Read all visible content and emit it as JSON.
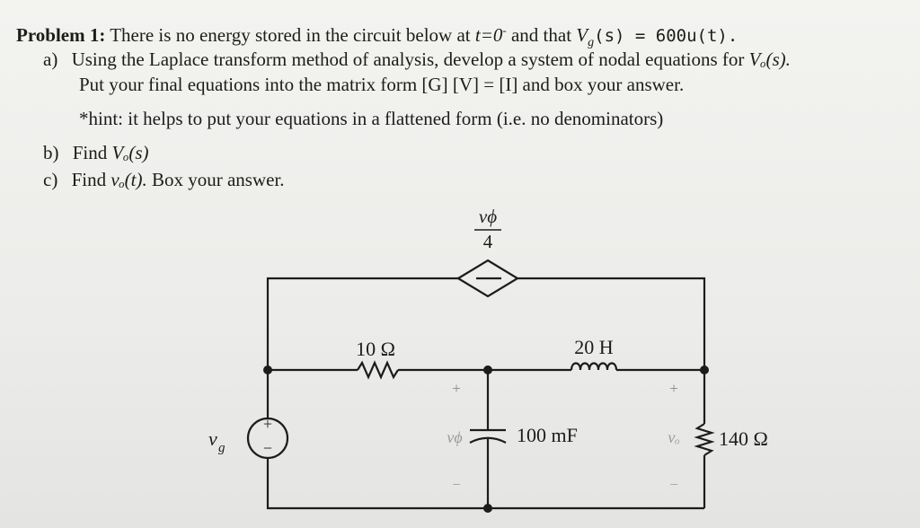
{
  "problem": {
    "label": "Problem 1:",
    "stmt_a": "There is no energy stored in the circuit below at ",
    "stmt_t": "t=0",
    "stmt_tsup": "-",
    "stmt_b": " and that ",
    "stmt_vg": "V",
    "stmt_vg_sub": "g",
    "stmt_eq": "(s) = 600u(t).",
    "a_label": "a)",
    "a_text": "Using the Laplace transform method of analysis, develop a system of nodal equations for ",
    "a_vo": "Vₒ(s).",
    "a_text2": "Put your final equations into the matrix form [G] [V] = [I] and box your answer.",
    "hint": "*hint: it helps to put your equations in a flattened form (i.e. no denominators)",
    "b_label": "b)",
    "b_text": "Find ",
    "b_vo": "Vₒ(s)",
    "c_label": "c)",
    "c_text": "Find ",
    "c_vo": "vₒ(t).",
    "c_text2": " Box your answer."
  },
  "circuit": {
    "dep_num": "vϕ",
    "dep_den": "4",
    "r1": "10 Ω",
    "l1": "20 H",
    "c1": "100 mF",
    "r2": "140 Ω",
    "vg": "v",
    "vg_sub": "g",
    "vphi": "vϕ",
    "vo": "vₒ",
    "plus": "+",
    "minus": "−"
  }
}
